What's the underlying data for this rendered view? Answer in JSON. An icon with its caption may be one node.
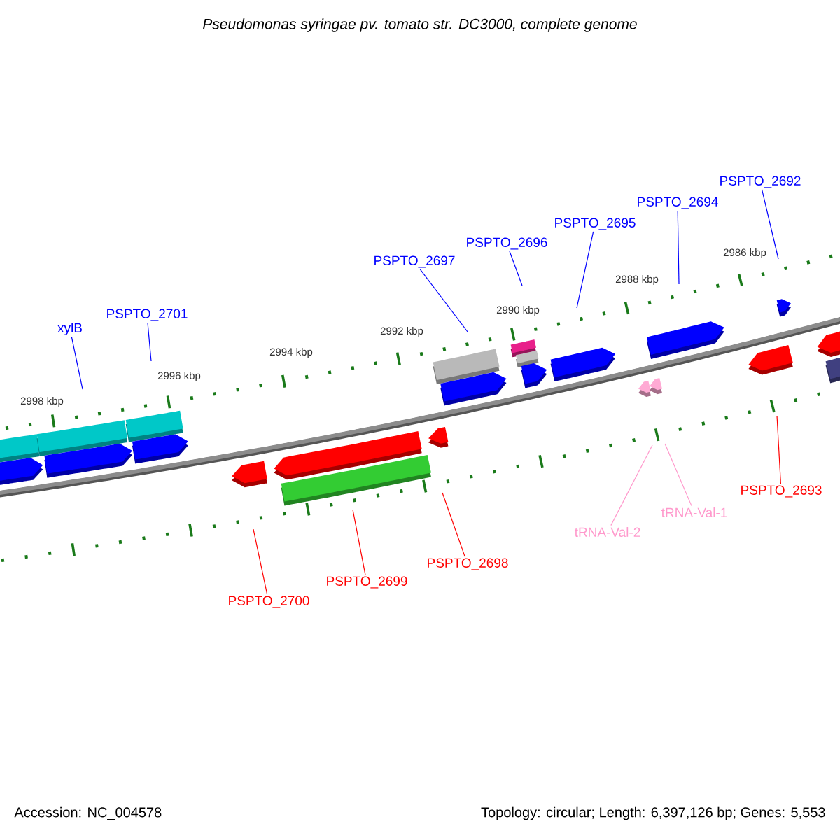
{
  "diagram": {
    "title": "Pseudomonas syringae pv. tomato str. DC3000, complete genome",
    "nodes": [
      {
        "text": [
          "xylB"
        ]
      },
      {
        "text": [
          "PSPTO_2701"
        ]
      },
      {
        "text": [
          "PSPTO_2697"
        ]
      },
      {
        "text": [
          "PSPTO_2696"
        ]
      },
      {
        "text": [
          "PSPTO_2695"
        ]
      },
      {
        "text": [
          "PSPTO_2694"
        ]
      },
      {
        "text": [
          "PSPTO_2692"
        ]
      },
      {
        "text": [
          "PSPTO_2700"
        ]
      },
      {
        "text": [
          "PSPTO_2699"
        ]
      },
      {
        "text": [
          "PSPTO_2698"
        ]
      },
      {
        "text": [
          "PSPTO_2693"
        ]
      },
      {
        "text": [
          "tRNA-Val-2"
        ]
      },
      {
        "text": [
          "tRNA-Val-1"
        ]
      }
    ],
    "edges": [
      {
        "from": 0,
        "to": null,
        "arrow": "none"
      },
      {
        "from": 1,
        "to": null,
        "arrow": "none"
      },
      {
        "from": 2,
        "to": null,
        "arrow": "none"
      },
      {
        "from": 3,
        "to": null,
        "arrow": "none"
      },
      {
        "from": 4,
        "to": null,
        "arrow": "none"
      },
      {
        "from": 5,
        "to": null,
        "arrow": "none"
      },
      {
        "from": 6,
        "to": null,
        "arrow": "none"
      },
      {
        "from": 7,
        "to": null,
        "arrow": "none",
        "color": "#ff0000"
      },
      {
        "from": 8,
        "to": null,
        "arrow": "none",
        "color": "#ff0000"
      },
      {
        "from": 9,
        "to": null,
        "arrow": "none",
        "color": "#ff0000"
      },
      {
        "from": 10,
        "to": null,
        "arrow": "none",
        "color": "#ff0000"
      },
      {
        "from": 11,
        "to": null,
        "arrow": "none",
        "color": "#ff99cc"
      },
      {
        "from": 12,
        "to": null,
        "arrow": "none",
        "color": "#ff99cc"
      }
    ],
    "labels": [
      "2986 kbp",
      "2988 kbp",
      "2990 kbp",
      "2992 kbp",
      "2994 kbp",
      "2996 kbp",
      "2998 kbp",
      "Accession: NC_004578",
      "Topology: circular; Length: 6,397,126 bp; Genes: 5,553"
    ]
  }
}
